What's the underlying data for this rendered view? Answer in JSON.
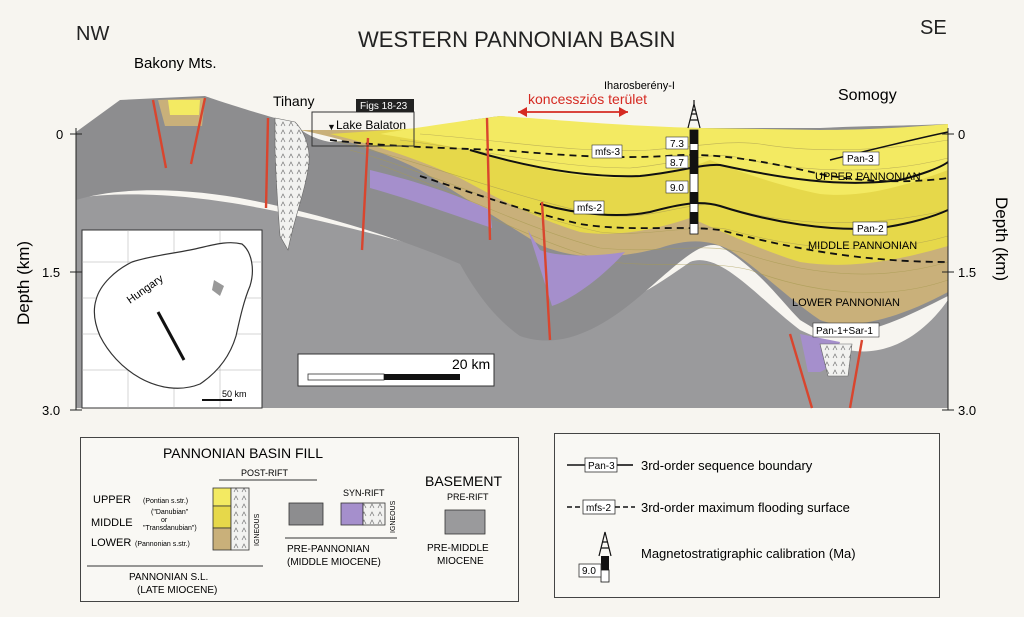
{
  "header": {
    "title": "WESTERN PANNONIAN BASIN",
    "left_direction": "NW",
    "right_direction": "SE"
  },
  "places": {
    "bakony": "Bakony Mts.",
    "tihany": "Tihany",
    "figs": "Figs 18-23",
    "balaton": "Lake Balaton",
    "well": "Iharosberény-I",
    "concession": "koncessziós terület",
    "somogy": "Somogy"
  },
  "axis": {
    "depth_label": "Depth (km)",
    "ticks": [
      "0",
      "1.5",
      "3.0"
    ]
  },
  "units": {
    "mfs3": "mfs-3",
    "mfs2": "mfs-2",
    "pan3": "Pan-3",
    "upper": "UPPER PANNONIAN",
    "pan2": "Pan-2",
    "middle": "MIDDLE PANNONIAN",
    "lower": "LOWER PANNONIAN",
    "pan1": "Pan-1+Sar-1"
  },
  "well_ages": [
    "7.3",
    "8.7",
    "9.0"
  ],
  "inset": {
    "country": "Hungary",
    "scale": "50 km"
  },
  "scale_bar": "20 km",
  "legend_left": {
    "title": "PANNONIAN BASIN FILL",
    "post_rift": "POST-RIFT",
    "upper": "UPPER",
    "upper_note": "(Pontian s.str.)",
    "middle": "MIDDLE",
    "middle_note_1": "(\"Danubian\"",
    "middle_note_or": "or",
    "middle_note_2": "\"Transdanubian\")",
    "lower": "LOWER",
    "lower_note": "(Pannonian s.str.)",
    "igneous": "IGNEOUS",
    "syn_rift": "SYN-RIFT",
    "igneous2": "IGNEOUS",
    "pannonian_sl": "PANNONIAN S.L.",
    "late_miocene": "(LATE MIOCENE)",
    "pre_pannonian": "PRE-PANNONIAN",
    "middle_miocene": "(MIDDLE MIOCENE)",
    "basement": "BASEMENT",
    "pre_rift": "PRE-RIFT",
    "pre_middle": "PRE-MIDDLE",
    "miocene": "MIOCENE"
  },
  "legend_right": {
    "pan3_tag": "Pan-3",
    "seq_boundary": "3rd-order sequence boundary",
    "mfs2_tag": "mfs-2",
    "flooding": "3rd-order maximum flooding surface",
    "calib_age": "9.0",
    "calibration": "Magnetostratigraphic calibration (Ma)"
  },
  "colors": {
    "basement": "#9a9a9c",
    "pre_pannonian": "#8c8c8e",
    "upper": "#f3ea62",
    "middle": "#e6d84a",
    "lower": "#c9b07a",
    "syn_rift": "#a58fcc",
    "fault": "#d9452e",
    "concession": "#d52a22"
  }
}
